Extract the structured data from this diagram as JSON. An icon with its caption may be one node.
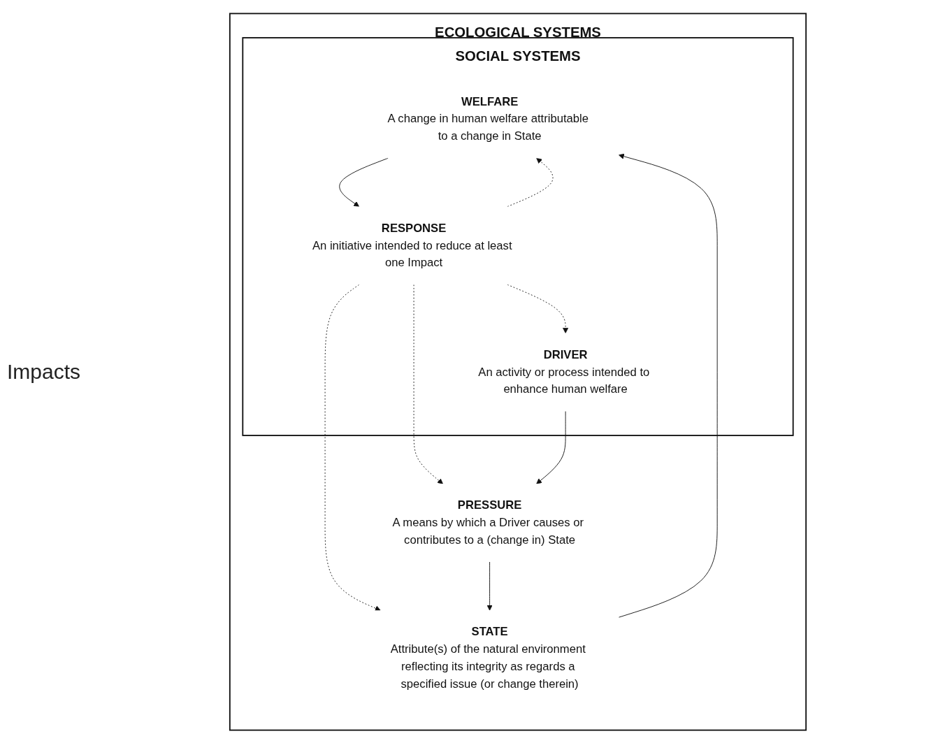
{
  "diagram": {
    "nodes": [
      {
        "text": [
          "ECOLOGICAL SYSTEMS"
        ]
      },
      {
        "text": [
          "SOCIAL SYSTEMS"
        ],
        "in": 0
      },
      {
        "text": [
          "WELFARE",
          "A change in human welfare attributable to a change in State"
        ],
        "in": 1
      },
      {
        "text": [
          "RESPONSE",
          "An initiative intended to reduce at least one Impact"
        ],
        "in": 1
      },
      {
        "text": [
          "DRIVER",
          "An activity or process intended to enhance human welfare"
        ],
        "in": 1
      },
      {
        "text": [
          "PRESSURE",
          "A means by which a Driver causes or contributes to a (change in) State"
        ],
        "in": 0
      },
      {
        "text": [
          "STATE",
          "Attribute(s) of the natural environment reflecting its integrity as regards a specified issue (or change therein)"
        ],
        "in": 0
      }
    ],
    "edges": [
      {
        "from": 2,
        "to": 3,
        "arrow": "to"
      },
      {
        "from": 3,
        "to": 2,
        "arrow": "to",
        "style": "dashed"
      },
      {
        "from": 3,
        "to": 4,
        "arrow": "to",
        "style": "dashed"
      },
      {
        "from": 3,
        "to": 5,
        "arrow": "to",
        "style": "dashed"
      },
      {
        "from": 3,
        "to": 6,
        "arrow": "to",
        "style": "dashed"
      },
      {
        "from": 4,
        "to": 5,
        "arrow": "to"
      },
      {
        "from": 5,
        "to": 6,
        "arrow": "to"
      },
      {
        "from": 6,
        "to": 2,
        "arrow": "to"
      }
    ],
    "labels": [
      "Impacts"
    ]
  }
}
